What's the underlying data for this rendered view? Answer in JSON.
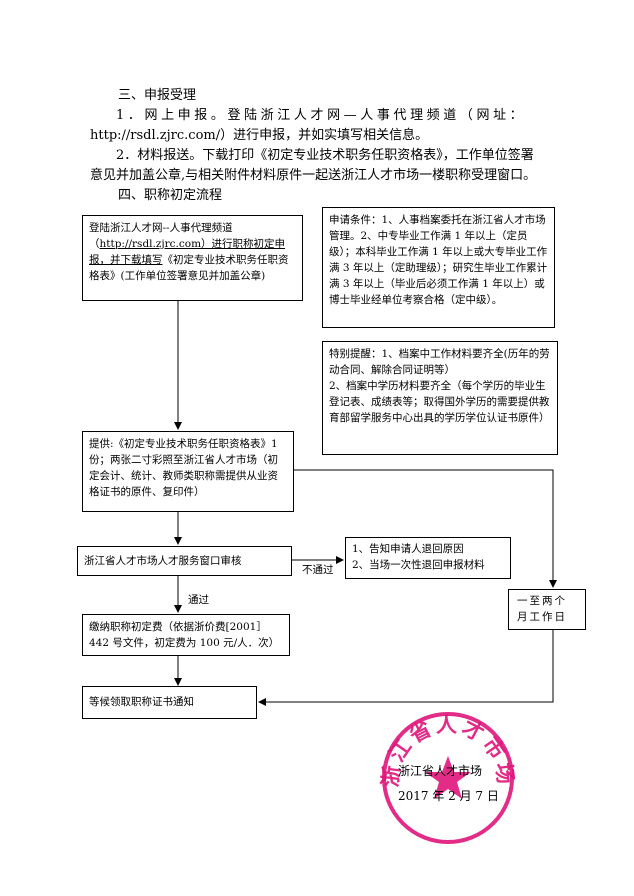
{
  "sections": {
    "s3_heading": "三、申报受理",
    "s3_item1_line1": "1．网上申报。登陆浙江人才网—人事代理频道（网址：",
    "s3_item1_line2": "http://rsdl.zjrc.com/）进行申报，并如实填写相关信息。",
    "s3_item2_line1": "2．材料报送。下载打印《初定专业技术职务任职资格表》，工作单位签署",
    "s3_item2_line2": "意见并加盖公章,与相关附件材料原件一起送浙江人才市场一楼职称受理窗口。",
    "s4_heading": "四、职称初定流程"
  },
  "flow": {
    "step1_a": "登陆浙江人才网--人事代理频道（",
    "step1_link": "http://rsdl.zjrc.com）进行职称初定申报，并下载填写",
    "step1_b": "《初定专业技术职务任职资格表》(工作单位签署意见并加盖公章)",
    "conditions": "申请条件：1、人事档案委托在浙江省人才市场管理。2、中专毕业工作满 1 年以上（定员级）；本科毕业工作满 1 年以上或大专毕业工作满 3 年以上（定助理级）；研究生毕业工作累计满 3 年以上（毕业后必须工作满 1 年以上）或博士毕业经单位考察合格（定中级）。",
    "reminder_1": "特别提醒：1、档案中工作材料要齐全(历年的劳动合同、解除合同证明等）",
    "reminder_2": "2、档案中学历材料要齐全（每个学历的毕业生登记表、成绩表等；取得国外学历的需要提供教育部留学服务中心出具的学历学位认证书原件）",
    "step2": "提供:《初定专业技术职务任职资格表》1 份；两张二寸彩照至浙江省人才市场（初定会计、统计、教师类职称需提供从业资格证书的原件、复印件）",
    "step3": "浙江省人才市场人才服务窗口审核",
    "not_pass_label": "不通过",
    "reject_1": "1、告知申请人退回原因",
    "reject_2": "2、当场一次性退回申报材料",
    "pass_label": "通过",
    "step4": "缴纳职称初定费（依据浙价费[2001］442 号文件，初定费为 100 元/人．次）",
    "duration": "一至两个月工作日",
    "step5": "等候领取职称证书通知"
  },
  "signature": {
    "org": "浙江省人才市场",
    "date": "2017 年 2 月 7 日"
  },
  "seal": {
    "text": "浙江省人才市场",
    "color": "#e0157a"
  }
}
